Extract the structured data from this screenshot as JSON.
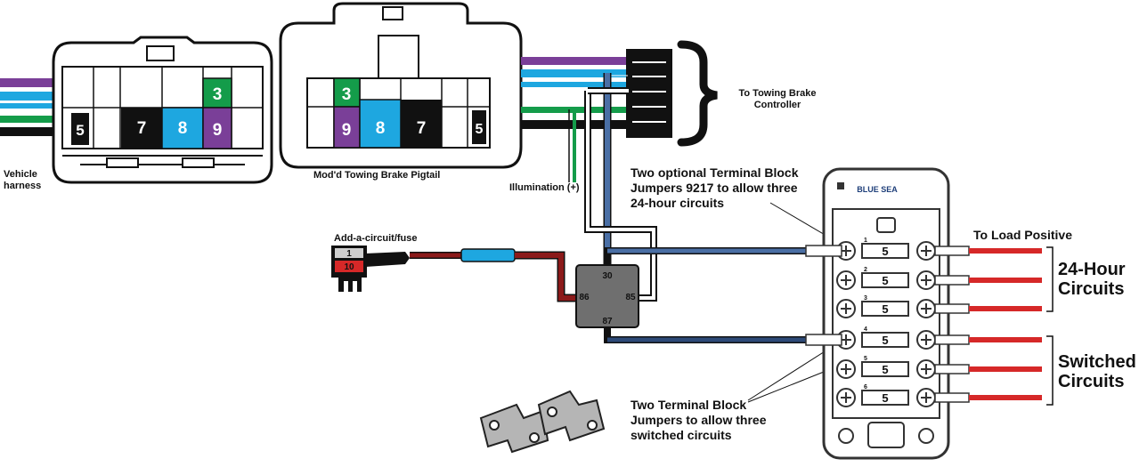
{
  "labels": {
    "vehicle_harness": "Vehicle harness",
    "pigtail": "Mod'd Towing Brake Pigtail",
    "to_controller": "To Towing Brake Controller",
    "illumination": "Illumination (+)",
    "add_a_circuit": "Add-a-circuit/fuse",
    "optional_jumpers": "Two optional Terminal Block Jumpers 9217 to allow three 24-hour circuits",
    "switched_jumpers": "Two Terminal Block Jumpers to allow three switched circuits",
    "to_load_positive": "To Load Positive",
    "hour24_circuits": "24-Hour Circuits",
    "switched_circuits": "Switched Circuits",
    "brand": "BLUE SEA"
  },
  "connector_left": {
    "pins": [
      "5",
      "7",
      "8",
      "3",
      "9"
    ]
  },
  "connector_right": {
    "pins": [
      "3",
      "9",
      "8",
      "7",
      "5"
    ]
  },
  "add_a_circuit_fuses": [
    "1",
    "10"
  ],
  "relay": {
    "pins": [
      "30",
      "86",
      "85",
      "87"
    ]
  },
  "fuse_block": {
    "circuit_numbers": [
      "1",
      "2",
      "3",
      "4",
      "5",
      "6"
    ],
    "fuse_ratings": [
      "5",
      "5",
      "5",
      "5",
      "5",
      "5"
    ]
  },
  "colors": {
    "purple": "#7a3f98",
    "blue": "#1ea7e0",
    "green": "#149c4a",
    "black": "#111111",
    "red": "#d62828",
    "dark_red": "#8b1a1a",
    "relay_gray": "#6f6f6f",
    "steel_blue": "#4a6fa5"
  }
}
